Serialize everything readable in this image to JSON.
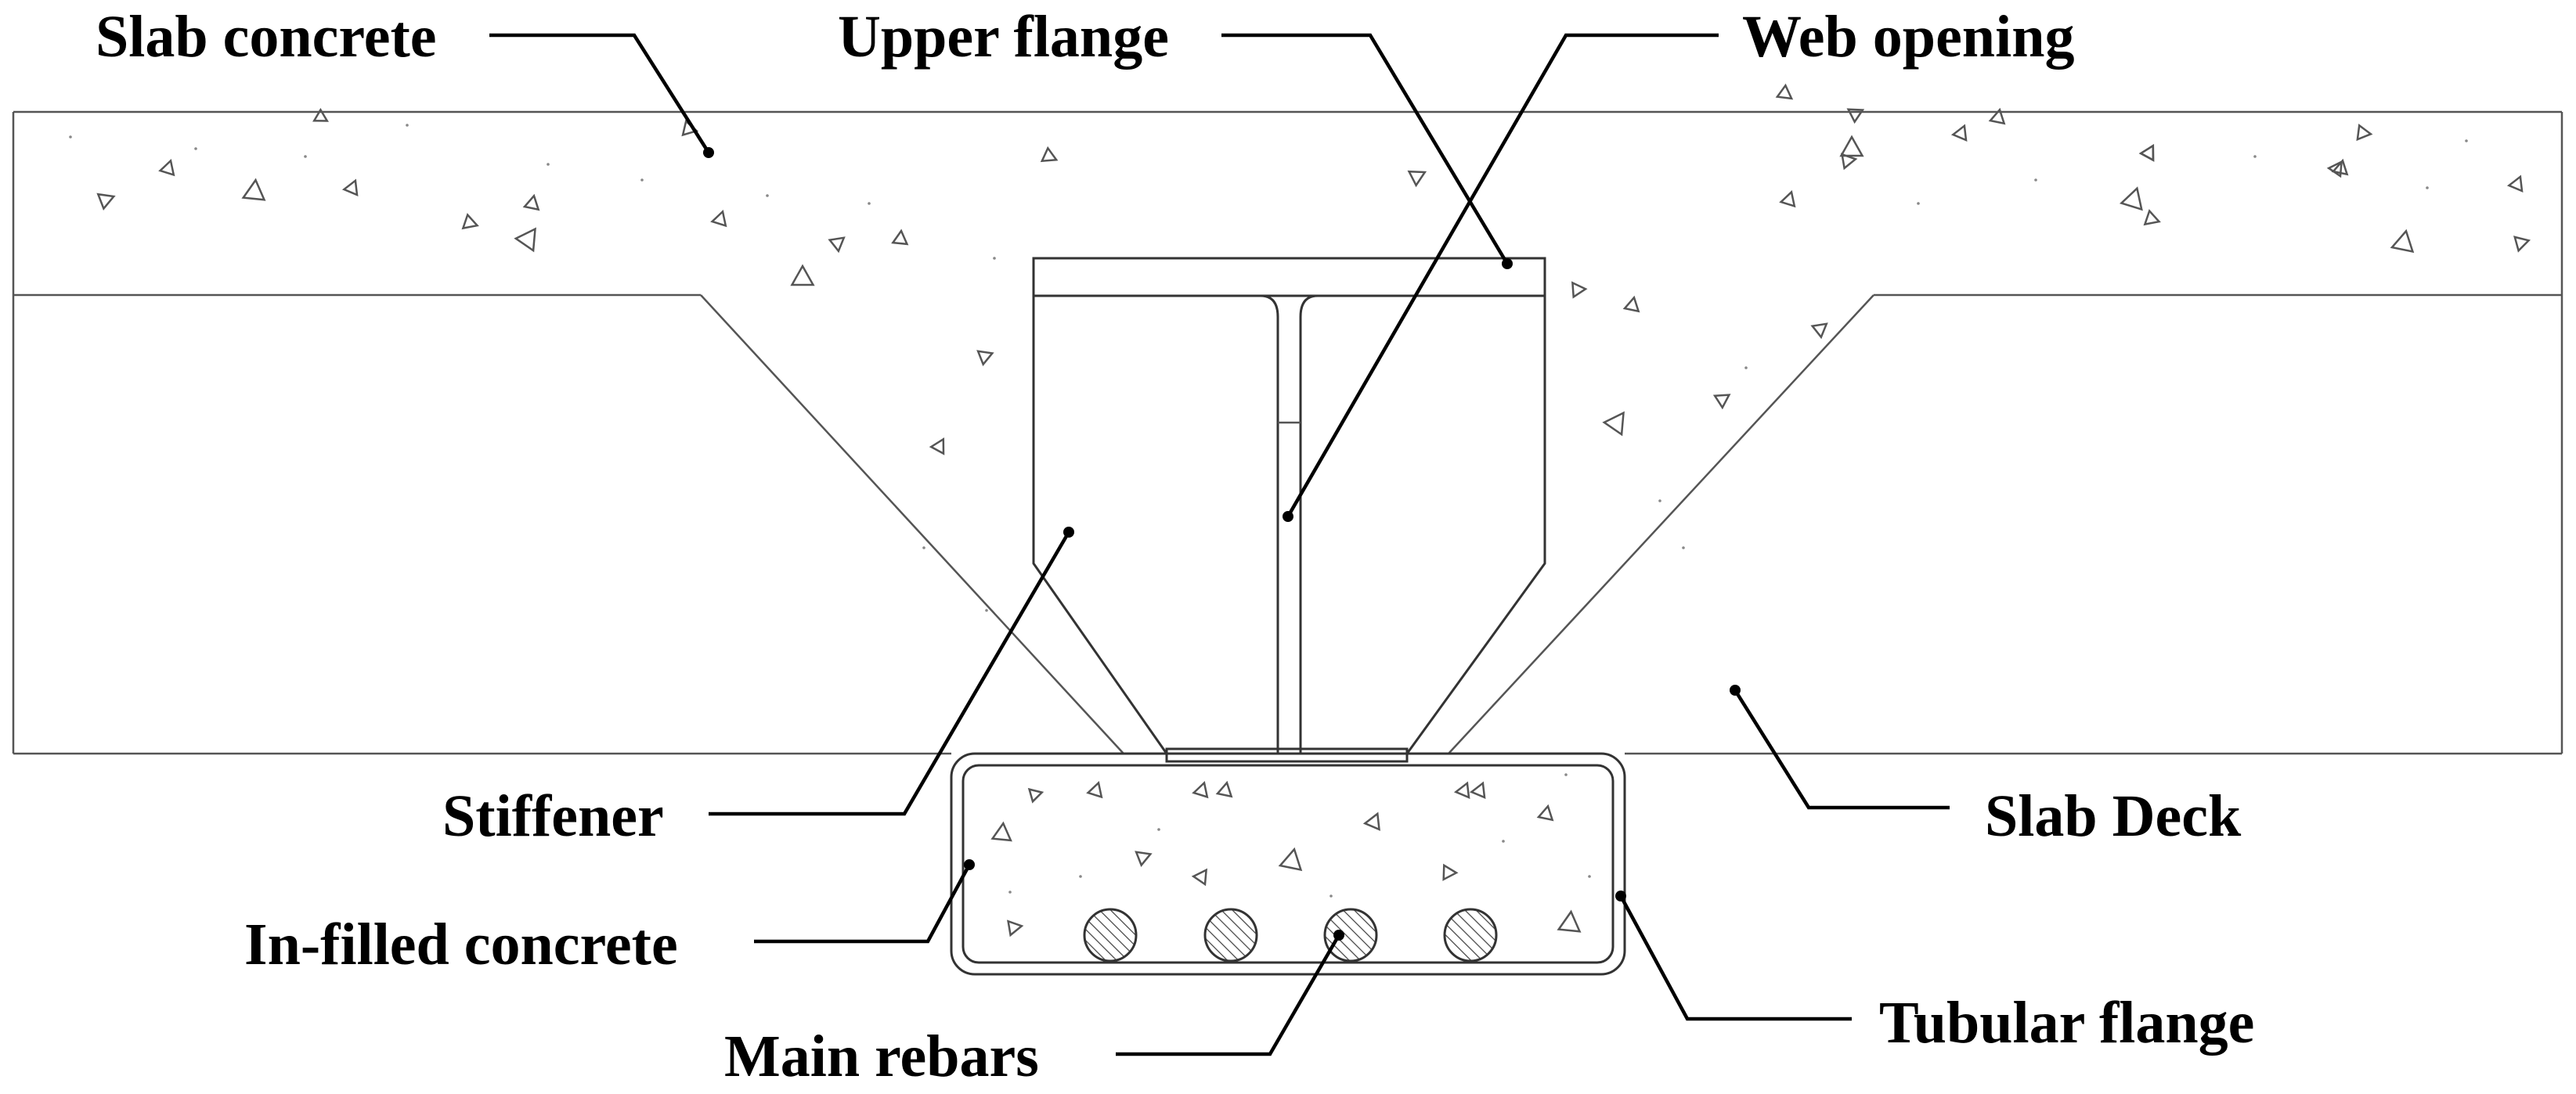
{
  "labels": {
    "slab_concrete": "Slab concrete",
    "upper_flange": "Upper flange",
    "web_opening": "Web opening",
    "stiffener": "Stiffener",
    "slab_deck": "Slab Deck",
    "infilled_concrete": "In-filled concrete",
    "tubular_flange": "Tubular flange",
    "main_rebars": "Main rebars"
  },
  "colors": {
    "line": "#555555",
    "leader": "#000000",
    "rebar_hatch": "#444444",
    "background": "#ffffff"
  }
}
